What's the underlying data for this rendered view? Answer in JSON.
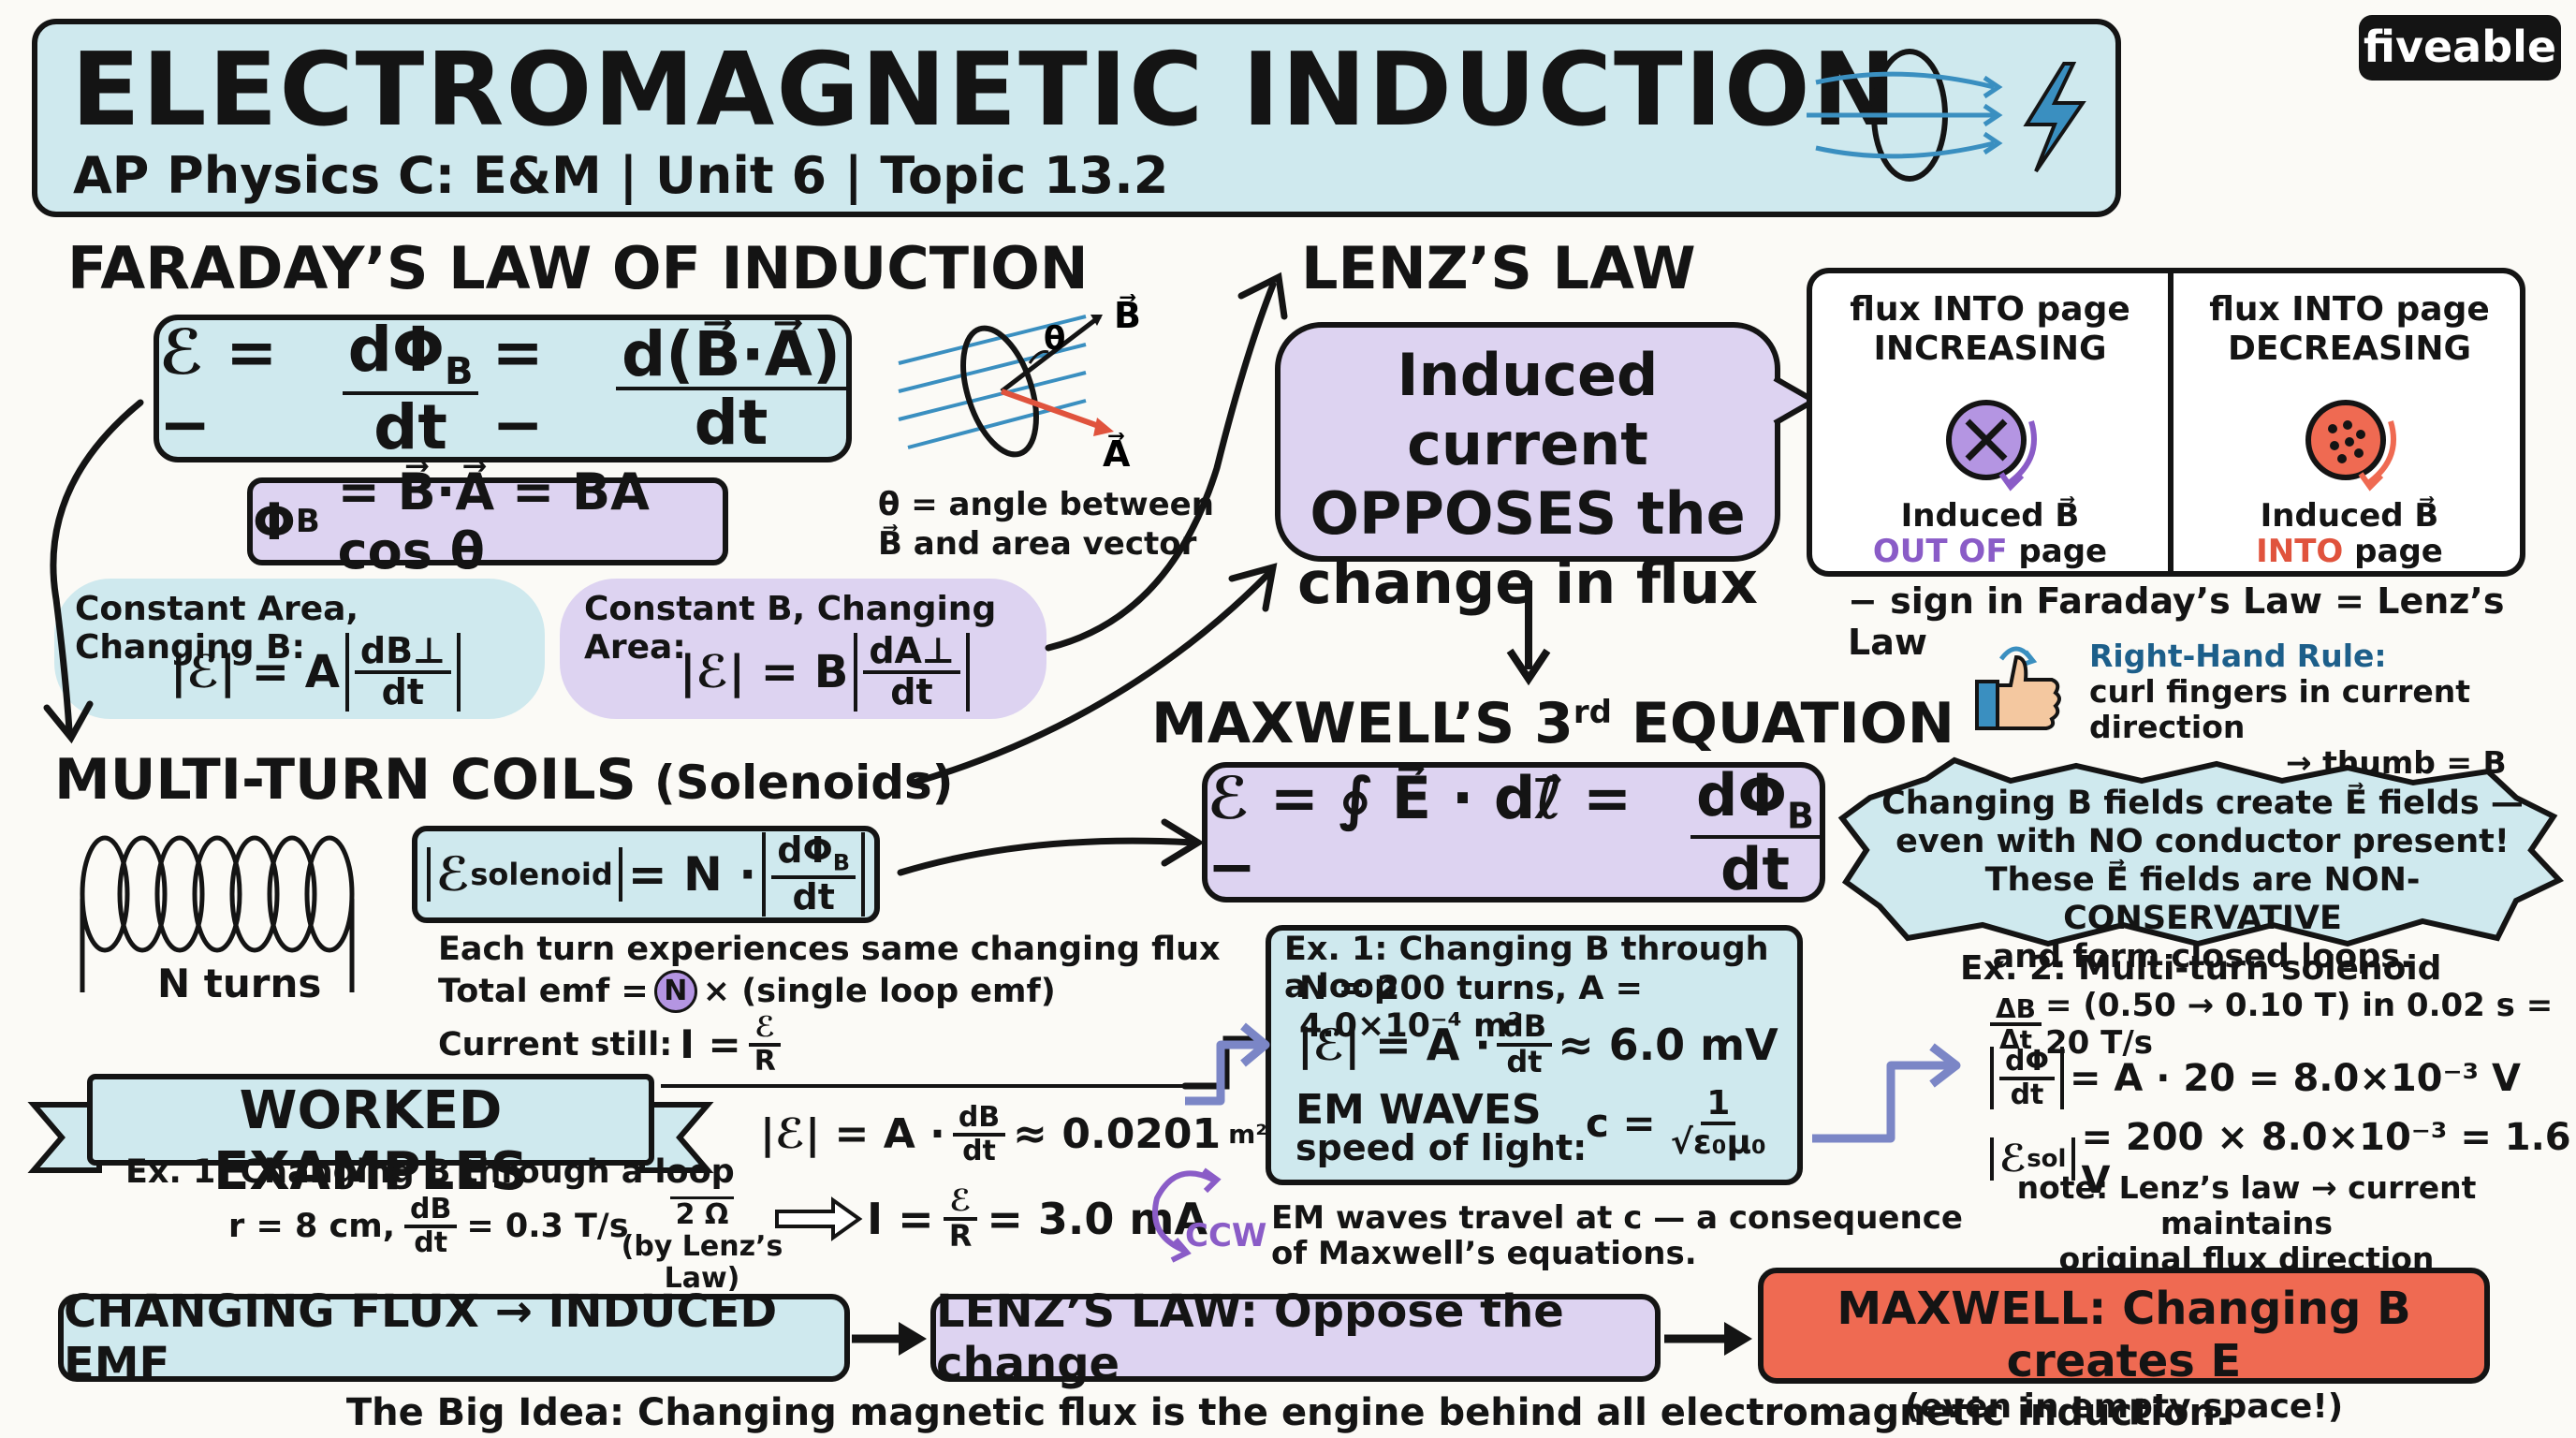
{
  "header": {
    "title": "ELECTROMAGNETIC INDUCTION",
    "subtitle": "AP Physics C: E&M  | Unit 6 | Topic 13.2",
    "brand": "fiveable"
  },
  "faraday": {
    "heading": "FARADAY’S LAW OF INDUCTION",
    "main_eq": "ℰ = − dΦB/dt = − d(B⃗·A⃗)/dt",
    "eq_lhs": "ℰ = −",
    "eq_num1": "dΦ",
    "eq_sub1": "B",
    "eq_den": "dt",
    "eq_mid": "= −",
    "eq_num2": "d(B⃗·A⃗)",
    "flux_eq_a": "Φ",
    "flux_eq_sub": "B",
    "flux_eq_b": "= B⃗·A⃗ = BA cos θ",
    "diagram_theta": "θ",
    "diagram_B": "B⃗",
    "diagram_A": "A⃗",
    "angle_note_1": "θ = angle between",
    "angle_note_2": "B⃗ and area vector",
    "constA_title": "Constant Area, Changing B:",
    "constA_lhs": "|ℰ| = A",
    "constA_num": "dB⊥",
    "constA_den": "dt",
    "constB_title": "Constant B, Changing Area:",
    "constB_lhs": "|ℰ| = B",
    "constB_num": "dA⊥",
    "constB_den": "dt"
  },
  "coils": {
    "heading": "MULTI-TURN COILS",
    "heading_paren": "(Solenoids)",
    "coil_label": "N turns",
    "eq_lhs": "ℰ",
    "eq_sub": "solenoid",
    "eq_mid": "= N ·",
    "eq_num": "dΦ",
    "eq_num_sub": "B",
    "eq_den": "dt",
    "note1": "Each turn experiences same changing flux",
    "note2_a": "Total emf =",
    "note2_n": "N",
    "note2_b": "× (single loop emf)",
    "note3_a": "Current still:",
    "note3_eq": "I =",
    "note3_num": "ℰ",
    "note3_den": "R"
  },
  "lenz": {
    "heading": "LENZ’S LAW",
    "bubble": [
      "Induced current",
      "OPPOSES the",
      "change in flux"
    ],
    "box_left": {
      "line1": "flux INTO page",
      "line2": "INCREASING",
      "induced": "Induced B⃗",
      "dir": "OUT OF",
      "page": "page"
    },
    "box_right": {
      "line1": "flux INTO page",
      "line2": "DECREASING",
      "induced": "Induced B⃗",
      "dir": "INTO",
      "page": "page"
    },
    "sign_note": "− sign in Faraday’s Law = Lenz’s Law",
    "rhr_title": "Right-Hand Rule:",
    "rhr_line1": "curl fingers in current direction",
    "rhr_line2": "→ thumb = B direction"
  },
  "maxwell": {
    "heading_a": "MAXWELL’S 3",
    "heading_sup": "rd",
    "heading_b": " EQUATION",
    "eq_lhs": "ℰ = ∮ E⃗ · dℓ⃗ = −",
    "eq_num": "dΦ",
    "eq_num_sub": "B",
    "eq_den": "dt",
    "burst": [
      "Changing B fields create E⃗ fields —",
      "even with NO conductor present!",
      "These E⃗ fields are NON-CONSERVATIVE",
      "and form closed loops."
    ]
  },
  "ex1_box": {
    "title": "Ex. 1: Changing B through a loop",
    "given": "N = 200 turns,  A = 4.0×10⁻⁴ m²",
    "eq_lhs": "|ℰ| = A ·",
    "eq_num": "dB",
    "eq_den": "dt",
    "eq_rhs": "≈ 6.0 mV",
    "em_title": "EM WAVES",
    "em_sub": "speed of light:",
    "c_lhs": "c =",
    "c_num": "1",
    "c_den": "√ε₀μ₀",
    "em_note1": "EM waves travel at c — a consequence",
    "em_note2": "of Maxwell’s equations."
  },
  "ex2": {
    "title": "Ex. 2: Multi-turn solenoid",
    "line1_num": "ΔB",
    "line1_den": "Δt",
    "line1_rhs": "= (0.50 → 0.10 T) in 0.02 s = 20 T/s",
    "line2_num": "dΦ",
    "line2_den": "dt",
    "line2_rhs": "= A · 20 = 8.0×10⁻³ V",
    "line3_lhs": "ℰ",
    "line3_sub": "sol",
    "line3_rhs": "= 200 × 8.0×10⁻³ = 1.6 V",
    "note1": "note: Lenz’s law → current maintains",
    "note2": "original flux direction"
  },
  "worked": {
    "banner": "WORKED EXAMPLES",
    "ex1_title": "Ex. 1: Changing B through a loop",
    "given_a": "r = 8 cm,",
    "given_num": "dB",
    "given_den": "dt",
    "given_b": "= 0.3 T/s",
    "resistance": "2 Ω",
    "lenz_note": "(by Lenz’s Law)",
    "emf_lhs": "|ℰ| = A ·",
    "emf_num": "dB",
    "emf_den": "dt",
    "emf_rhs": "≈ 0.0201",
    "emf_unit": "m²",
    "i_lhs": "I =",
    "i_num": "ℰ",
    "i_den": "R",
    "i_rhs": "= 3.0 mA",
    "ccw": "CCW"
  },
  "flow": {
    "step1": "CHANGING FLUX → INDUCED EMF",
    "step2": "LENZ’S LAW: Oppose the change",
    "step3_a": "MAXWELL: Changing B creates E",
    "step3_b": "(even in empty space!)",
    "big_idea": "The Big Idea: Changing magnetic flux is the engine behind all electromagnetic induction."
  },
  "colors": {
    "blue": "#cfe9ee",
    "purple": "#ddd3f1",
    "coral": "#ef6a52",
    "ink": "#141414",
    "accent_purple": "#8a5cc7",
    "accent_red": "#e0533d",
    "arrow_blue": "#3a8fc0"
  }
}
